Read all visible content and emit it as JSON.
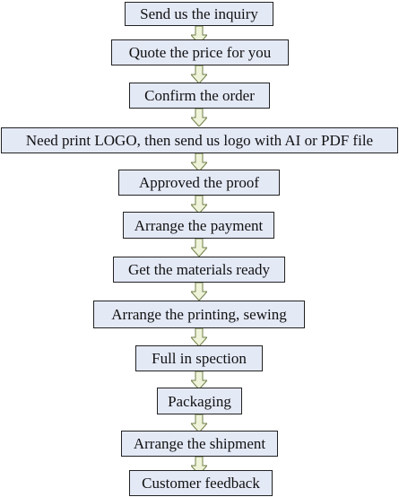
{
  "flowchart": {
    "steps": [
      {
        "label": "Send us the inquiry"
      },
      {
        "label": "Quote the price for you"
      },
      {
        "label": "Confirm the order"
      },
      {
        "label": "Need print LOGO, then send us logo with AI or PDF file"
      },
      {
        "label": "Approved the proof"
      },
      {
        "label": "Arrange the payment"
      },
      {
        "label": "Get the materials ready"
      },
      {
        "label": "Arrange the printing, sewing"
      },
      {
        "label": "Full in spection"
      },
      {
        "label": "Packaging"
      },
      {
        "label": "Arrange the shipment"
      },
      {
        "label": "Customer feedback"
      }
    ],
    "colors": {
      "box_fill": "#e4e9f6",
      "box_border": "#222222",
      "arrow_fill": "#eef3d9",
      "arrow_stroke": "#6f7f48"
    }
  }
}
